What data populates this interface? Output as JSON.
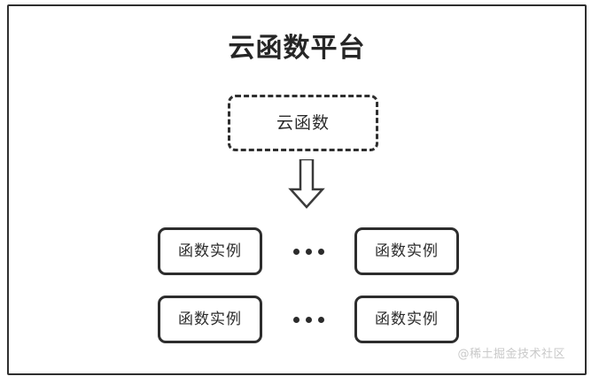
{
  "diagram": {
    "platform": {
      "title": "云函数平台",
      "frame_color": "#2f2f2f",
      "background": "#ffffff"
    },
    "cloud_function": {
      "label": "云函数",
      "border_style": "dashed",
      "border_color": "#2f2f2f"
    },
    "arrow": {
      "icon": "down-block-arrow-icon",
      "direction": "down",
      "color": "#3a3a3a"
    },
    "instance_rows": [
      {
        "left": {
          "label": "函数实例"
        },
        "separator": "•••",
        "right": {
          "label": "函数实例"
        }
      },
      {
        "left": {
          "label": "函数实例"
        },
        "separator": "•••",
        "right": {
          "label": "函数实例"
        }
      }
    ],
    "watermark": "@稀土掘金技术社区"
  }
}
